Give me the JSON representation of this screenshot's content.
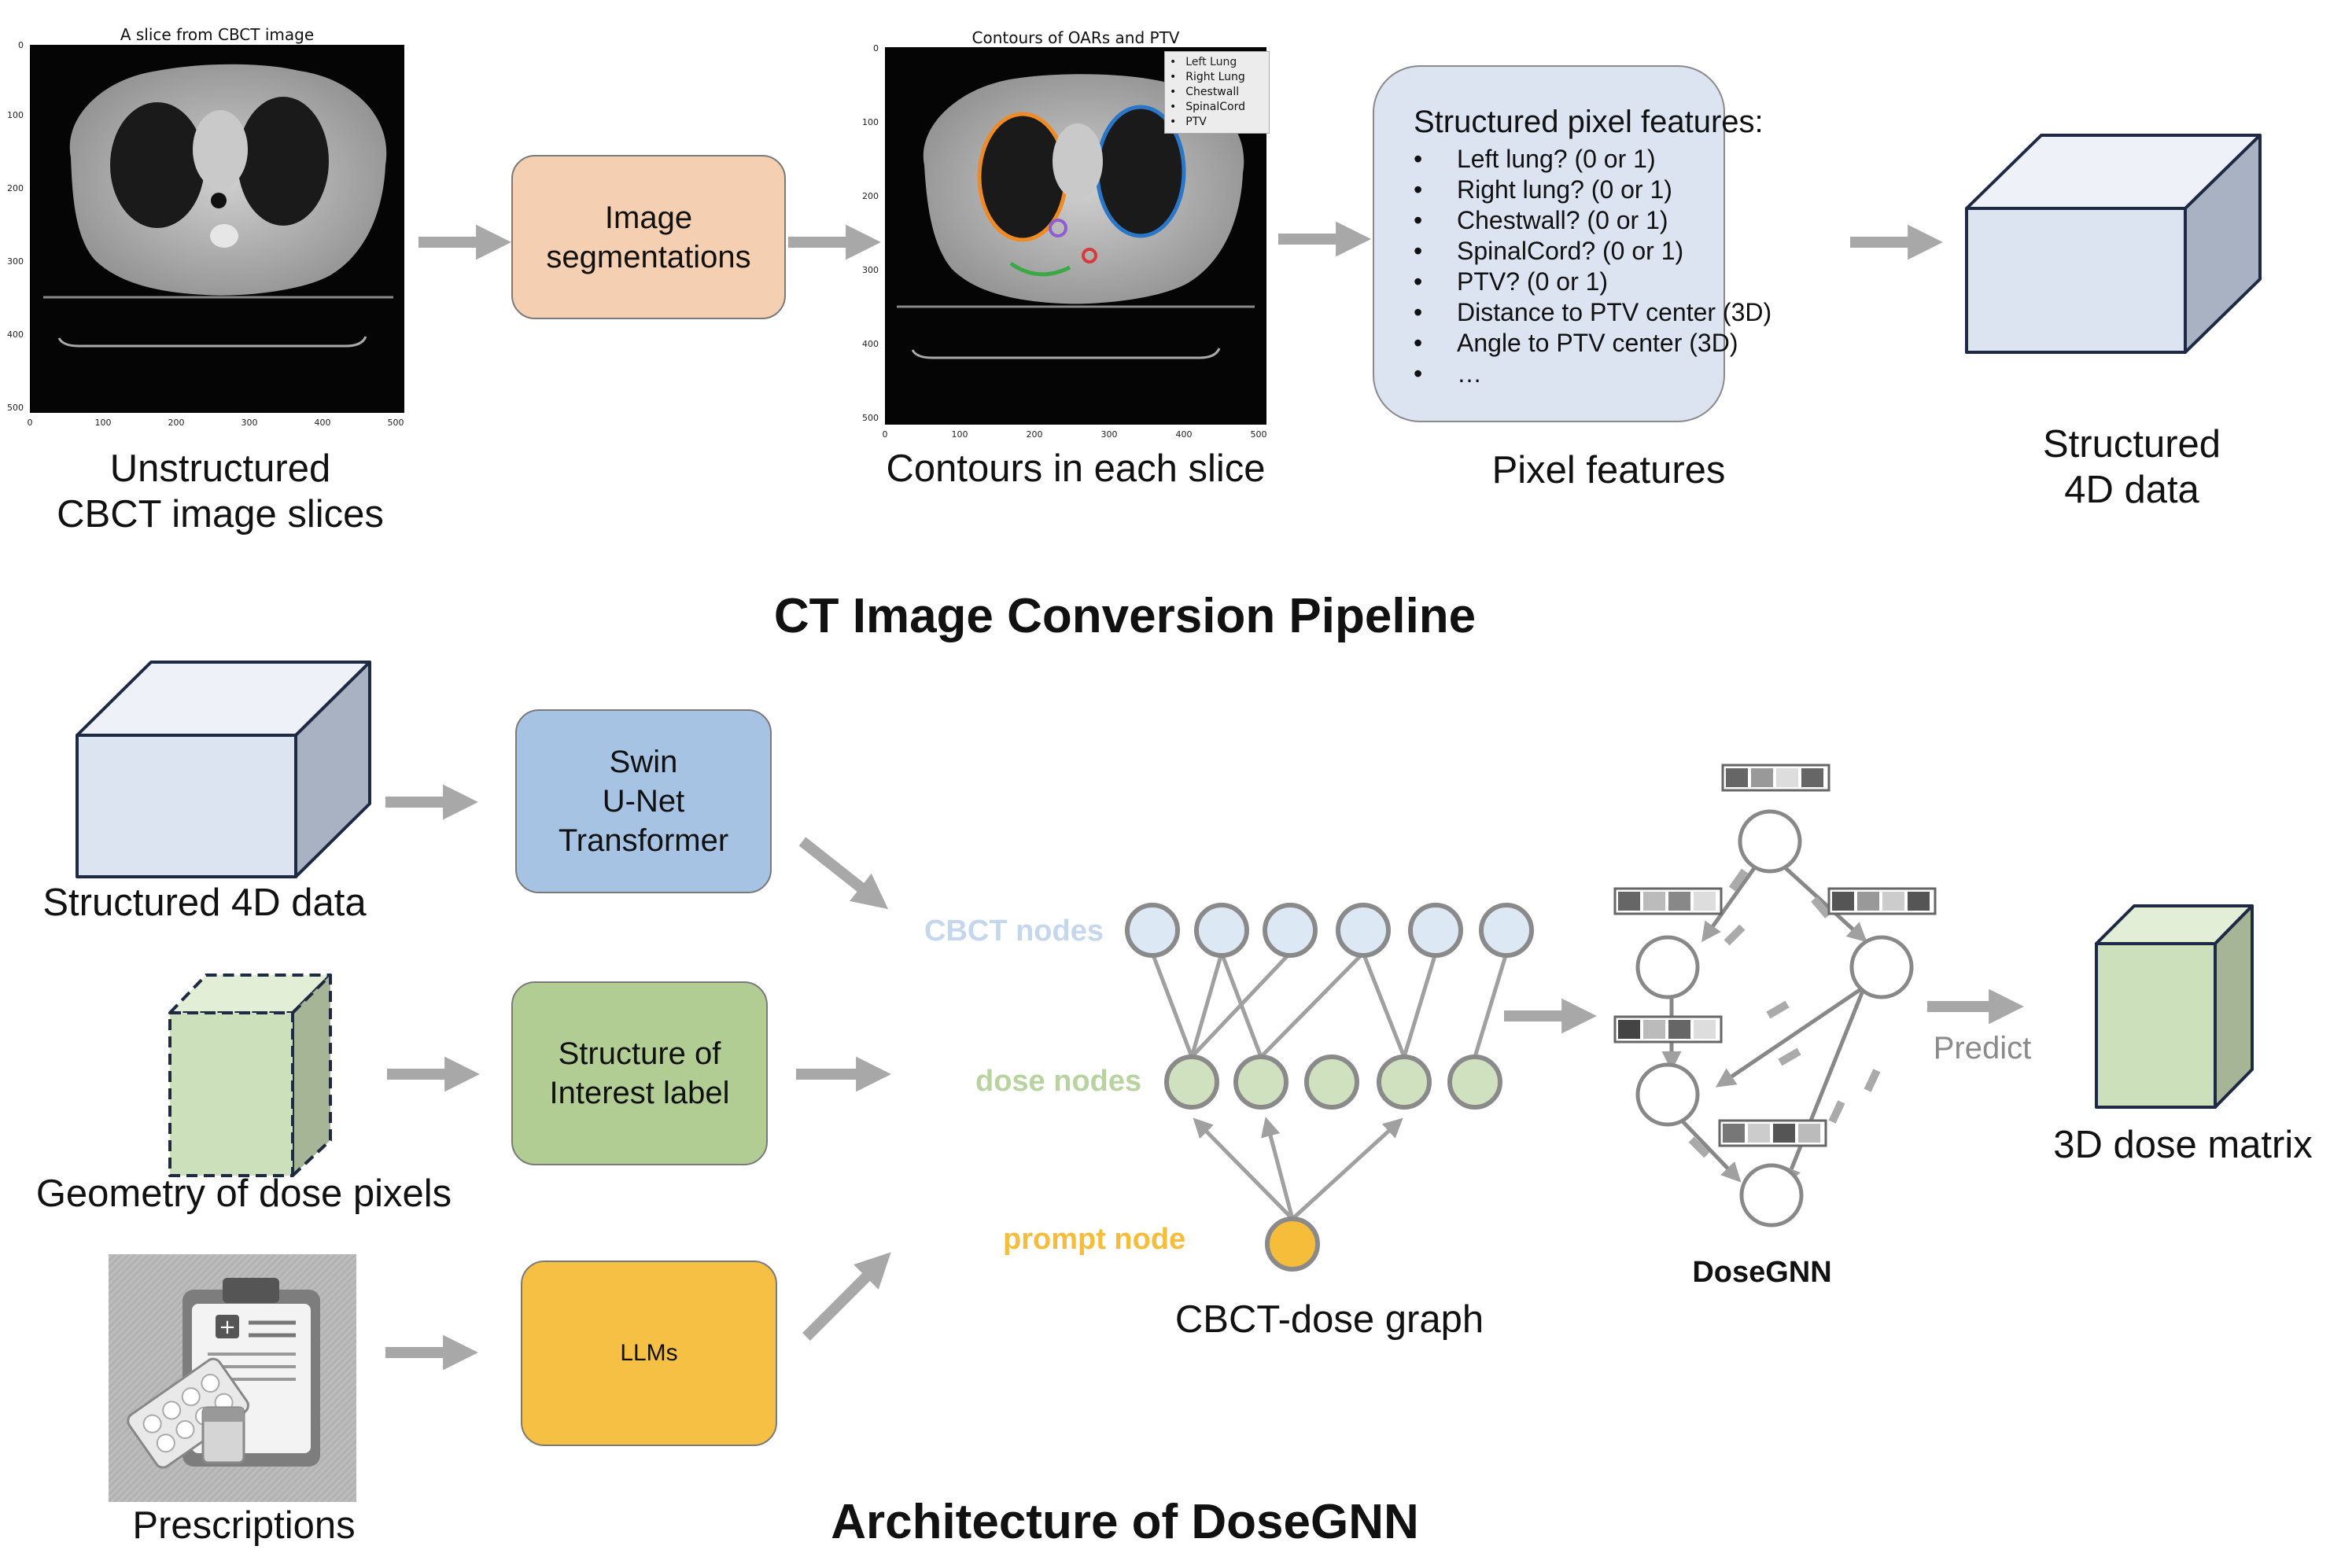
{
  "top": {
    "ct_plot_title": "A slice from CBCT image",
    "ct_label": "Unstructured\nCBCT image slices",
    "seg_box": "Image\nsegmentations",
    "contour_plot_title": "Contours of OARs and PTV",
    "contour_legend": [
      "Left Lung",
      "Right Lung",
      "Chestwall",
      "SpinalCord",
      "PTV"
    ],
    "contour_label": "Contours in each slice",
    "features_title": "Structured pixel features:",
    "features": [
      "Left lung? (0 or 1)",
      "Right lung? (0 or 1)",
      "Chestwall? (0 or 1)",
      "SpinalCord? (0 or 1)",
      "PTV? (0 or 1)",
      "Distance to PTV center (3D)",
      "Angle to PTV center (3D)",
      "…"
    ],
    "features_label": "Pixel features",
    "struct_label": "Structured\n4D data",
    "y_ticks": [
      "0",
      "100",
      "200",
      "300",
      "400",
      "500"
    ],
    "x_ticks": [
      "0",
      "100",
      "200",
      "300",
      "400",
      "500"
    ]
  },
  "pipeline_title": "CT Image Conversion Pipeline",
  "bottom": {
    "struct4d_label": "Structured 4D data",
    "geometry_label": "Geometry of dose pixels",
    "prescriptions_label": "Prescriptions",
    "swin_box": "Swin\nU-Net\nTransformer",
    "soi_box": "Structure of\nInterest label",
    "llm_box": "LLMs",
    "cbct_nodes": "CBCT nodes",
    "dose_nodes": "dose nodes",
    "prompt_node": "prompt node",
    "graph_label": "CBCT-dose graph",
    "dosegnn_label": "DoseGNN",
    "predict": "Predict",
    "dose_matrix_label": "3D dose matrix"
  },
  "architecture_title": "Architecture of DoseGNN",
  "colors": {
    "ct_box": "#f5cfb2",
    "swin_box": "#a7c3e3",
    "soi_box": "#b1cd93",
    "llm_box": "#f5c044",
    "features_box": "#dce3f1",
    "cube_blue": "#dce3f1",
    "cube_green": "#cde0bc",
    "cbct_node": "#dce8f4",
    "dose_node": "#cfe1bf",
    "prompt_node": "#f5bd3a",
    "cbct_label": "#c5d7ec",
    "dose_label": "#b9d3a0",
    "prompt_label": "#f5bd3a",
    "arrow": "#a8a8a8"
  }
}
